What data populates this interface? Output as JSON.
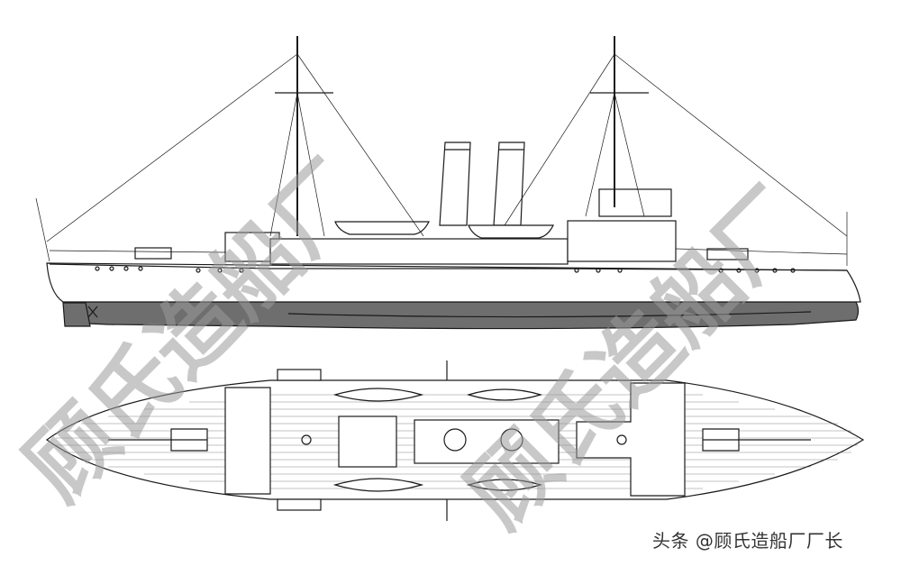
{
  "drawing": {
    "subject": "ship-profile-and-deck-plan",
    "watermark_text": "顾氏造船厂",
    "colors": {
      "hull_lower": "#6e6e6e",
      "hull_line": "#1a1a1a",
      "deck_fill": "#ffffff",
      "watermark": "#9a9a9a"
    }
  },
  "credit": {
    "text": "头条 @顾氏造船厂厂长"
  }
}
